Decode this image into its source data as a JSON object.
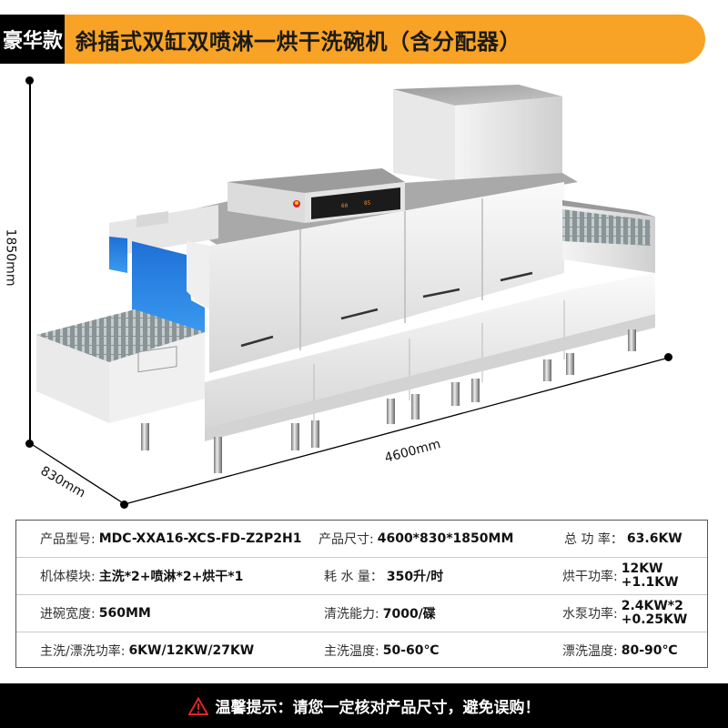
{
  "header": {
    "tag": "豪华款",
    "title": "斜插式双缸双喷淋一烘干洗碗机（含分配器）",
    "colors": {
      "tag_bg": "#000000",
      "title_bg": "#f8a325"
    }
  },
  "dimensions": {
    "height": "1850mm",
    "depth": "830mm",
    "length": "4600mm"
  },
  "machine": {
    "panel_display_left": "60",
    "panel_display_right": "85"
  },
  "specs": [
    [
      {
        "label": "产品型号:",
        "value": "MDC-XXA16-XCS-FD-Z2P2H1"
      },
      {
        "label": "产品尺寸:",
        "value": "4600*830*1850MM"
      },
      {
        "label": "总 功 率：",
        "value": "63.6KW"
      }
    ],
    [
      {
        "label": "机体模块:",
        "value": "主洗*2+喷淋*2+烘干*1"
      },
      {
        "label": "耗 水 量：",
        "value": "350升/时"
      },
      {
        "label": "烘干功率:",
        "value": "12KW",
        "value2": "+1.1KW"
      }
    ],
    [
      {
        "label": "进碗宽度:",
        "value": "560MM"
      },
      {
        "label": "清洗能力:",
        "value": "7000/碟"
      },
      {
        "label": "水泵功率:",
        "value": "2.4KW*2",
        "value2": "+0.25KW"
      }
    ],
    [
      {
        "label": "主洗/漂洗功率:",
        "value": "6KW/12KW/27KW"
      },
      {
        "label": "主洗温度:",
        "value": "50-60℃"
      },
      {
        "label": "漂洗温度:",
        "value": "80-90℃"
      }
    ]
  ],
  "footer": {
    "icon": "warning-triangle-icon",
    "text": "温馨提示：请您一定核对产品尺寸，避免误购！",
    "icon_color": "#e0232b"
  }
}
